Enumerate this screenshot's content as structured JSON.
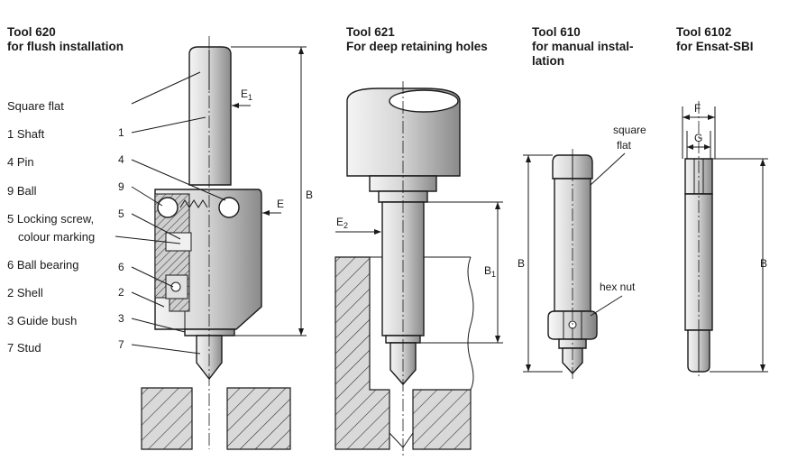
{
  "tools": [
    {
      "id": "620",
      "title": "Tool 620",
      "subtitle": "for flush installation"
    },
    {
      "id": "621",
      "title": "Tool 621",
      "subtitle": "For deep retaining holes"
    },
    {
      "id": "610",
      "title": "Tool 610",
      "subtitle_line1": "for manual instal-",
      "subtitle_line2": "lation"
    },
    {
      "id": "6102",
      "title": "Tool 6102",
      "subtitle": "for Ensat-SBI"
    }
  ],
  "legend": [
    "Square flat",
    "1 Shaft",
    "4 Pin",
    "9 Ball",
    "5 Locking screw,",
    "colour marking",
    "6 Ball bearing",
    "2 Shell",
    "3 Guide bush",
    "7 Stud"
  ],
  "callouts": [
    "1",
    "4",
    "9",
    "5",
    "6",
    "2",
    "3",
    "7"
  ],
  "dimensions": {
    "E1": "E",
    "E1_sub": "1",
    "E": "E",
    "B": "B",
    "E2": "E",
    "E2_sub": "2",
    "B1": "B",
    "B1_sub": "1",
    "F": "F",
    "G": "G"
  },
  "annotations": {
    "square_flat_line1": "square",
    "square_flat_line2": "flat",
    "hex_nut": "hex nut"
  },
  "colors": {
    "ink": "#1a1a1a",
    "metal_light": "#f2f2f2",
    "metal_dark": "#8c8c8c",
    "hatch_bg": "#d9d9d9"
  }
}
